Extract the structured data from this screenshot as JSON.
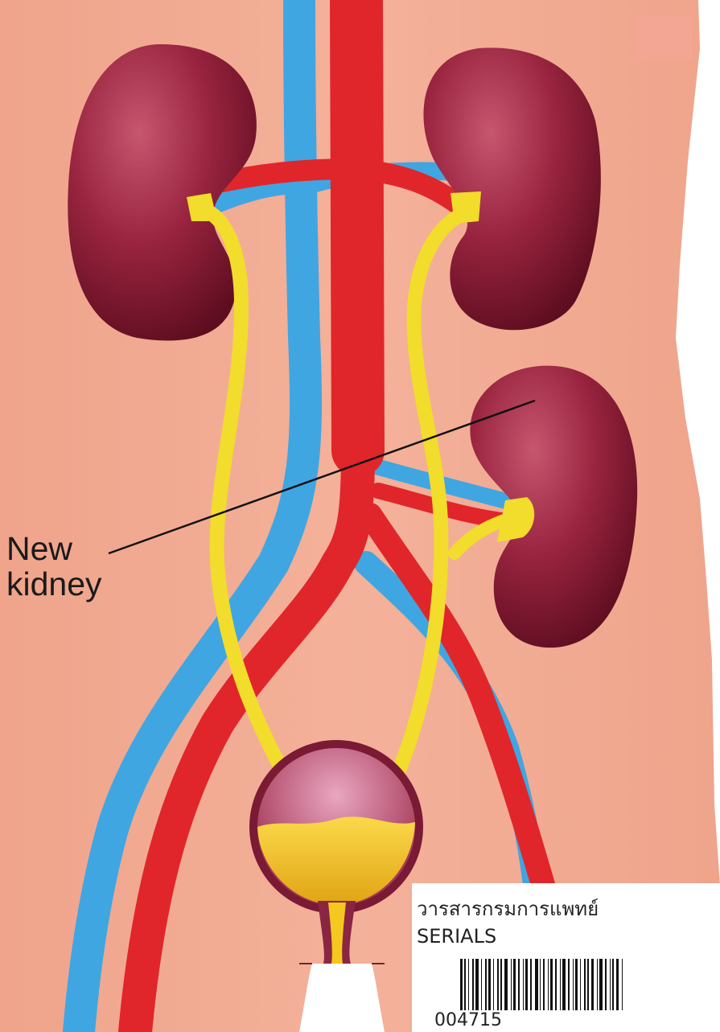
{
  "diagram": {
    "label_line1": "New",
    "label_line2": "kidney"
  },
  "serials_label": {
    "thai_text": "วารสารกรมการแพทย์",
    "code_text": "SERIALS",
    "number": "004715"
  },
  "colors": {
    "body_skin": "#f2a88f",
    "kidney": "#8e1d38",
    "artery": "#e0262a",
    "vein": "#3fa6e2",
    "ureter": "#f2dc2c",
    "urine": "#f4c81e"
  }
}
